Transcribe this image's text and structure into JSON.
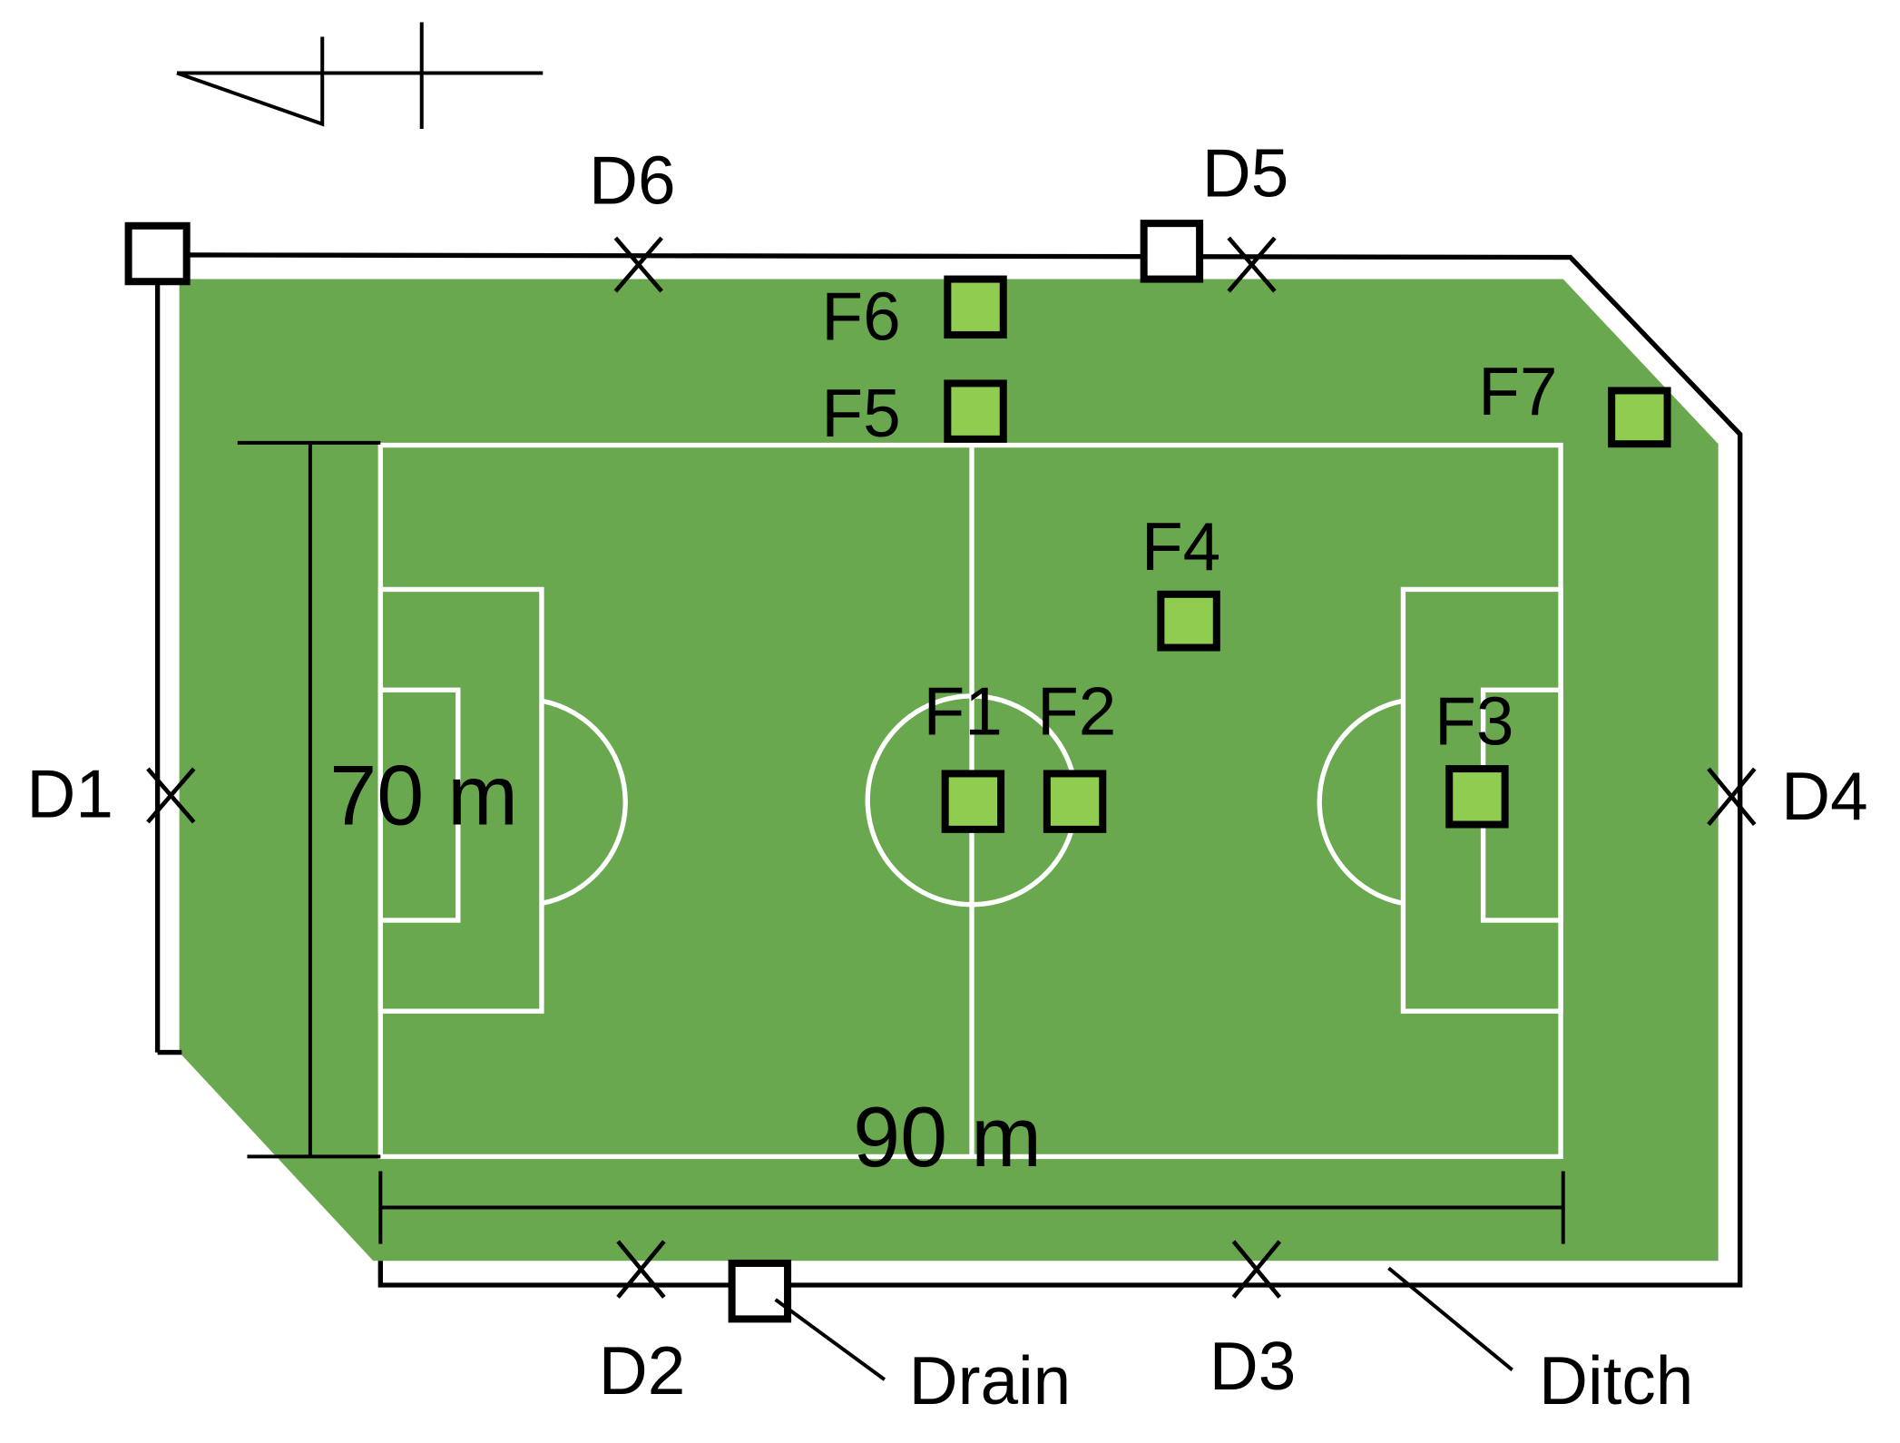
{
  "colors": {
    "field": "#6aa84f",
    "sensor_fill": "#8fcc4f",
    "lines": "#ffffff",
    "ink": "#000000"
  },
  "dimensions": {
    "width_label": "90 m",
    "height_label": "70 m"
  },
  "sensors": [
    {
      "id": "F1",
      "label": "F1"
    },
    {
      "id": "F2",
      "label": "F2"
    },
    {
      "id": "F3",
      "label": "F3"
    },
    {
      "id": "F4",
      "label": "F4"
    },
    {
      "id": "F5",
      "label": "F5"
    },
    {
      "id": "F6",
      "label": "F6"
    },
    {
      "id": "F7",
      "label": "F7"
    }
  ],
  "ditch_points": [
    {
      "id": "D1",
      "label": "D1"
    },
    {
      "id": "D2",
      "label": "D2"
    },
    {
      "id": "D3",
      "label": "D3"
    },
    {
      "id": "D4",
      "label": "D4"
    },
    {
      "id": "D5",
      "label": "D5"
    },
    {
      "id": "D6",
      "label": "D6"
    }
  ],
  "legend": {
    "drain_label": "Drain",
    "ditch_label": "Ditch"
  },
  "north_arrow_icon": "north-arrow-icon",
  "drain_icon": "drain-square-icon",
  "ditch_point_icon": "x-mark-icon"
}
